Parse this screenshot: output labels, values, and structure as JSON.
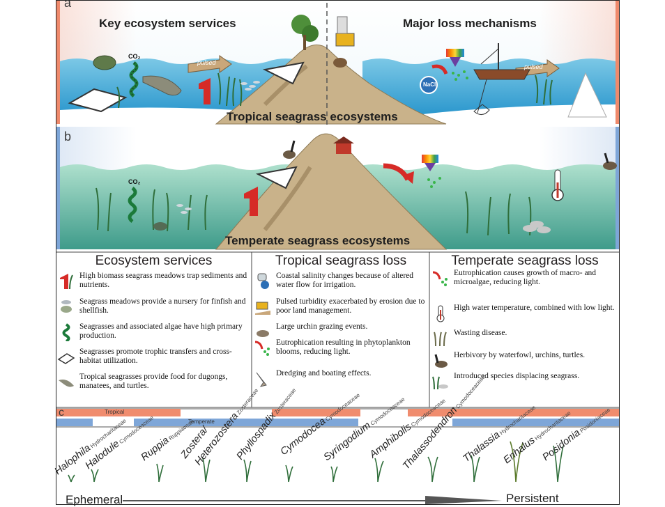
{
  "panel_a": {
    "letter": "a",
    "left_title": "Key ecosystem services",
    "right_title": "Major loss mechanisms",
    "bottom_title": "Tropical seagrass ecosystems",
    "arrow_label_left": "pulsed",
    "arrow_label_right": "pulsed",
    "co2_label": "CO₂",
    "salt_label": "NaCl"
  },
  "panel_b": {
    "letter": "b",
    "bottom_title": "Temperate seagrass ecosystems",
    "co2_label": "CO₂"
  },
  "legend": {
    "ecosystem_services": {
      "heading": "Ecosystem services",
      "items": [
        {
          "icon": "red-arrow-icon",
          "text": "High biomass seagrass meadows trap sediments and nutrients."
        },
        {
          "icon": "crab-fish-icon",
          "text": "Seagrass meadows provide a nursery for finfish and shellfish."
        },
        {
          "icon": "co2-algae-icon",
          "text": "Seagrasses and associated algae have high primary production."
        },
        {
          "icon": "trophic-arrows-icon",
          "text": "Seagrasses promote trophic transfers and cross-habitat utilization."
        },
        {
          "icon": "dugong-icon",
          "text": "Tropical seagrasses provide food for dugongs, manatees, and turtles."
        }
      ]
    },
    "tropical_loss": {
      "heading": "Tropical seagrass loss",
      "items": [
        {
          "icon": "salinity-icon",
          "text": "Coastal salinity changes because of altered water flow for irrigation."
        },
        {
          "icon": "bulldozer-icon",
          "text": "Pulsed turbidity exacerbated by erosion due to poor land management."
        },
        {
          "icon": "urchin-icon",
          "text": "Large urchin grazing events."
        },
        {
          "icon": "eutrophication-icon",
          "text": "Eutrophication resulting in phytoplankton blooms, reducing light."
        },
        {
          "icon": "dredge-icon",
          "text": "Dredging and boating effects."
        }
      ]
    },
    "temperate_loss": {
      "heading": "Temperate seagrass loss",
      "items": [
        {
          "icon": "eutrophication-icon",
          "text": "Eutrophication causes growth of macro- and microalgae, reducing light."
        },
        {
          "icon": "thermometer-icon",
          "text": "High water temperature, combined with low light."
        },
        {
          "icon": "wasting-disease-icon",
          "text": "Wasting disease."
        },
        {
          "icon": "goose-icon",
          "text": "Herbivory by waterfowl, urchins, turtles."
        },
        {
          "icon": "invasive-species-icon",
          "text": "Introduced species displacing seagrass."
        }
      ]
    }
  },
  "panel_c": {
    "letter": "c",
    "tropical_label": "Tropical",
    "temperate_label": "Temperate",
    "colors": {
      "tropical": "#f08c6e",
      "temperate": "#7ea6d8"
    },
    "species": [
      {
        "name": "Halophila",
        "family": "Hydrocharitaceae"
      },
      {
        "name": "Halodule",
        "family": "Cymodoceaceae"
      },
      {
        "name": "Ruppia",
        "family": "Ruppiaceae"
      },
      {
        "name": "Zostera/",
        "family": ""
      },
      {
        "name": "Heterozostera",
        "family": "Zosteraceae"
      },
      {
        "name": "Phyllospadix",
        "family": "Zosteraceae"
      },
      {
        "name": "Cymodocea",
        "family": "Cymodoceaceae"
      },
      {
        "name": "Syringodium",
        "family": "Cymodoceaceae"
      },
      {
        "name": "Amphibolis",
        "family": "Cymodoceaceae"
      },
      {
        "name": "Thalassodendron",
        "family": "Cymodoceaceae"
      },
      {
        "name": "Thalassia",
        "family": "Hydrocharitaceae"
      },
      {
        "name": "Enhalus",
        "family": "Hydrocharitaceae"
      },
      {
        "name": "Posidonia",
        "family": "Posidoniaceae"
      }
    ],
    "left_end": "Ephemeral",
    "right_end": "Persistent"
  }
}
